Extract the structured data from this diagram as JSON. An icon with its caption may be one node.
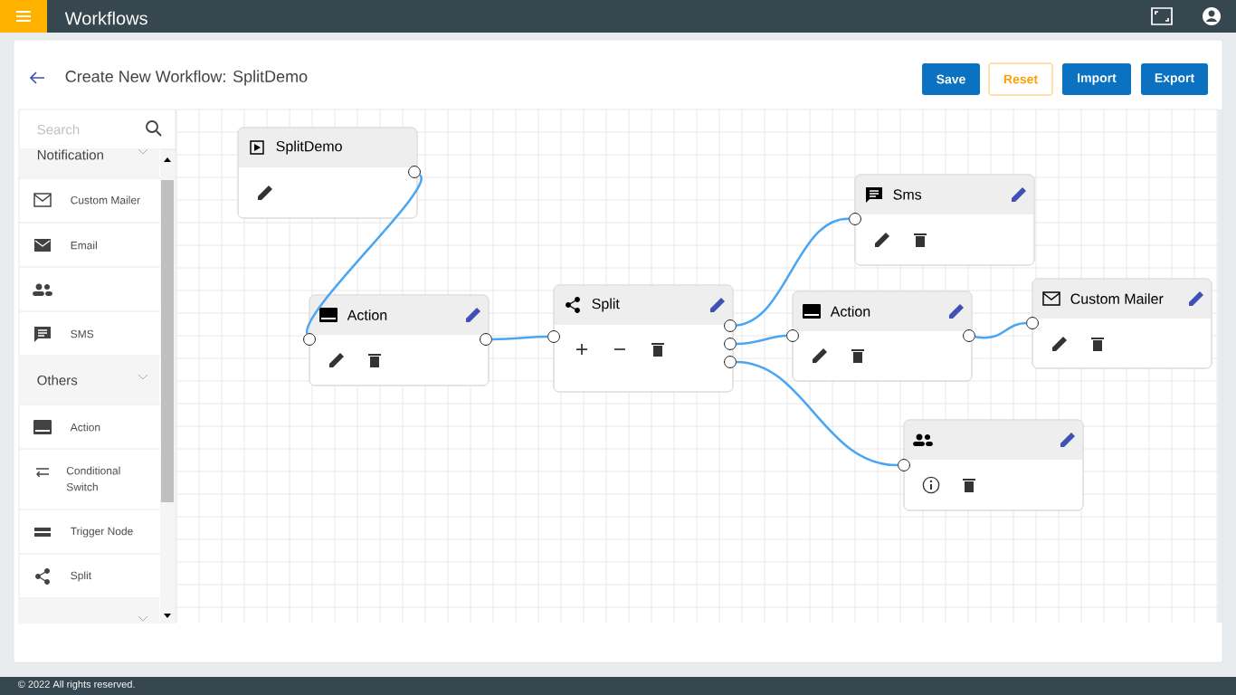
{
  "diagram": {
    "title": "Workflows",
    "nodes": [
      {
        "text": [
          "SplitDemo"
        ]
      },
      {
        "text": [
          "Action"
        ]
      },
      {
        "text": [
          "Split"
        ]
      },
      {
        "text": [
          "Sms"
        ]
      },
      {
        "text": [
          "Action"
        ]
      },
      {
        "text": [
          "Custom Mailer"
        ]
      },
      {
        "text": [],
        "shape": "box"
      }
    ],
    "edges": [
      {
        "from": 0,
        "to": 1,
        "arrow": "none"
      },
      {
        "from": 1,
        "to": 2,
        "arrow": "none"
      },
      {
        "from": 2,
        "to": 3,
        "arrow": "none"
      },
      {
        "from": 2,
        "to": 4,
        "arrow": "none"
      },
      {
        "from": 2,
        "to": 6,
        "arrow": "none"
      },
      {
        "from": 4,
        "to": 5,
        "arrow": "none"
      }
    ],
    "labels": [
      "Create New Workflow: SplitDemo",
      "Save",
      "Reset",
      "Import",
      "Export",
      "Search",
      "Notification",
      "Custom Mailer",
      "Email",
      "SMS",
      "Others",
      "Action",
      "Conditional Switch",
      "Trigger Node",
      "Split",
      "© 2022 All rights reserved."
    ]
  }
}
